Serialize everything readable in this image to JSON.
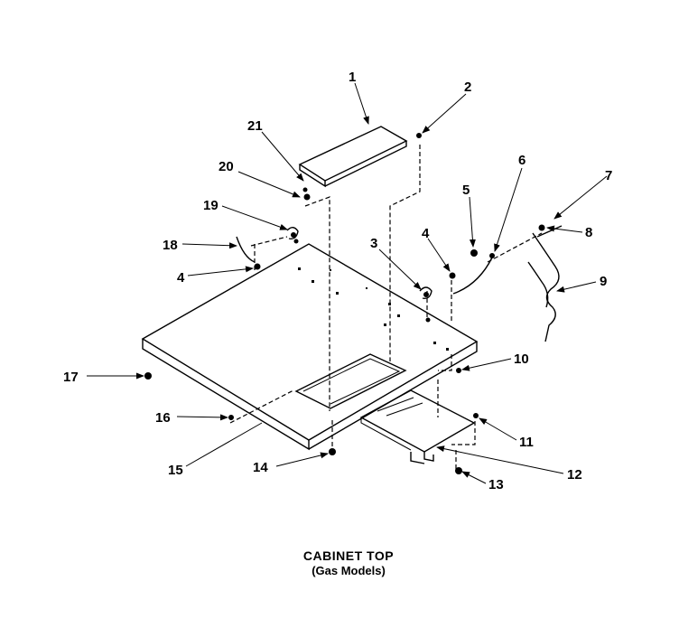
{
  "caption": {
    "title": "CABINET TOP",
    "subtitle": "(Gas Models)"
  },
  "callouts": {
    "c1": "1",
    "c2": "2",
    "c3": "3",
    "c4a": "4",
    "c4b": "4",
    "c5": "5",
    "c6": "6",
    "c7": "7",
    "c8": "8",
    "c9": "9",
    "c10": "10",
    "c11": "11",
    "c12": "12",
    "c13": "13",
    "c14": "14",
    "c15": "15",
    "c16": "16",
    "c17": "17",
    "c18": "18",
    "c19": "19",
    "c20": "20",
    "c21": "21"
  },
  "icons": {
    "arrowhead": "arrowhead-icon"
  }
}
